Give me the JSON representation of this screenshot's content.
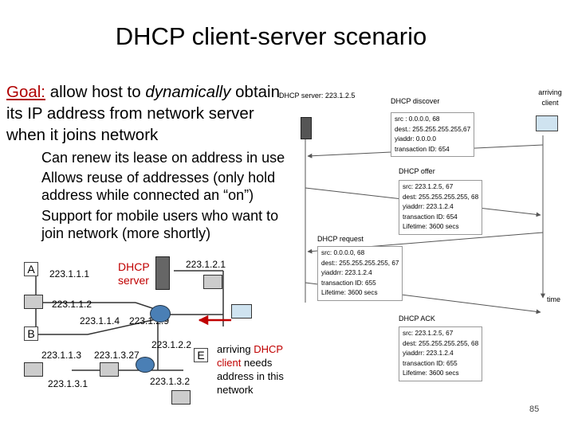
{
  "title": "DHCP client-server scenario",
  "goal": {
    "prefix": "Goal:",
    "text1": " allow host to ",
    "italic": "dynamically",
    "text2": " obtain its IP address from network server when it joins network"
  },
  "bullets": [
    "Can renew its lease on address in use",
    "Allows reuse of addresses (only hold address while connected an “on”)",
    "Support for mobile users who want to join network (more shortly)"
  ],
  "timeline": {
    "server_label": "DHCP server: 223.1.2.5",
    "client_label": "arriving client",
    "time_label": "time",
    "messages": [
      {
        "name": "DHCP discover",
        "lines": [
          "src : 0.0.0.0, 68",
          "dest.: 255.255.255.255,67",
          "yiaddr:    0.0.0.0",
          "transaction ID: 654"
        ]
      },
      {
        "name": "DHCP offer",
        "lines": [
          "src: 223.1.2.5, 67",
          "dest:  255.255.255.255, 68",
          "yiaddrr: 223.1.2.4",
          "transaction ID: 654",
          "Lifetime: 3600 secs"
        ]
      },
      {
        "name": "DHCP request",
        "lines": [
          "src:  0.0.0.0, 68",
          "dest::  255.255.255.255, 67",
          "yiaddrr: 223.1.2.4",
          "transaction ID: 655",
          "Lifetime: 3600 secs"
        ]
      },
      {
        "name": "DHCP ACK",
        "lines": [
          "src: 223.1.2.5, 67",
          "dest:  255.255.255.255, 68",
          "yiaddrr: 223.1.2.4",
          "transaction ID: 655",
          "Lifetime: 3600 secs"
        ]
      }
    ]
  },
  "network": {
    "labels": {
      "a": "A",
      "b": "B",
      "e": "E",
      "h1": "223.1.1.1",
      "h2": "223.1.1.2",
      "h4": "223.1.1.4",
      "h29": "223.1.2.9",
      "h22": "223.1.2.2",
      "h21": "223.1.2.1",
      "h13": "223.1.1.3",
      "h327": "223.1.3.27",
      "h31": "223.1.3.1",
      "h32": "223.1.3.2",
      "dhcp1": "DHCP",
      "dhcp2": "server"
    },
    "arriving": {
      "text1": "arriving ",
      "red1": "DHCP",
      "red2": "client",
      "text2": " needs address in this network"
    }
  },
  "page_number": "85",
  "colors": {
    "red": "#c00000",
    "line": "#555555"
  }
}
